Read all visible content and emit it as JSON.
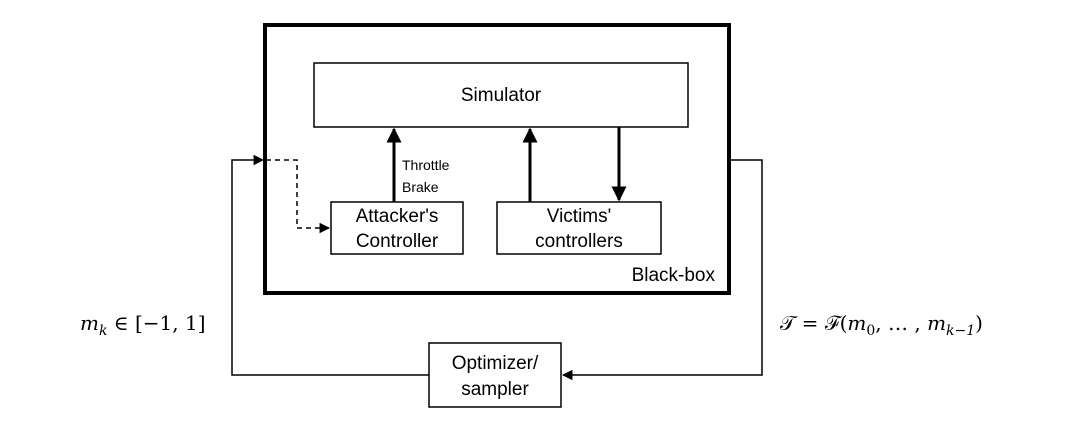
{
  "nodes": {
    "black_box": {
      "label": "Black-box"
    },
    "simulator": {
      "label": "Simulator"
    },
    "attacker_controller": {
      "line1": "Attacker's",
      "line2": "Controller"
    },
    "victims_controllers": {
      "line1": "Victims'",
      "line2": "controllers"
    },
    "optimizer": {
      "line1": "Optimizer/",
      "line2": "sampler"
    }
  },
  "edges": {
    "attacker_to_simulator": {
      "line1": "Throttle",
      "line2": "Brake"
    }
  },
  "annotations": {
    "input": {
      "symbol": "m",
      "subscript": "k",
      "relation": " ∈ [−1, 1]"
    },
    "output": {
      "symbol": "𝒯",
      "equals": " = ",
      "func": "ℱ",
      "open": "(",
      "arg0": "m",
      "arg0_sub": "0",
      "dots": ", … , ",
      "argk": "m",
      "argk_sub": "k−1",
      "close": ")"
    }
  }
}
